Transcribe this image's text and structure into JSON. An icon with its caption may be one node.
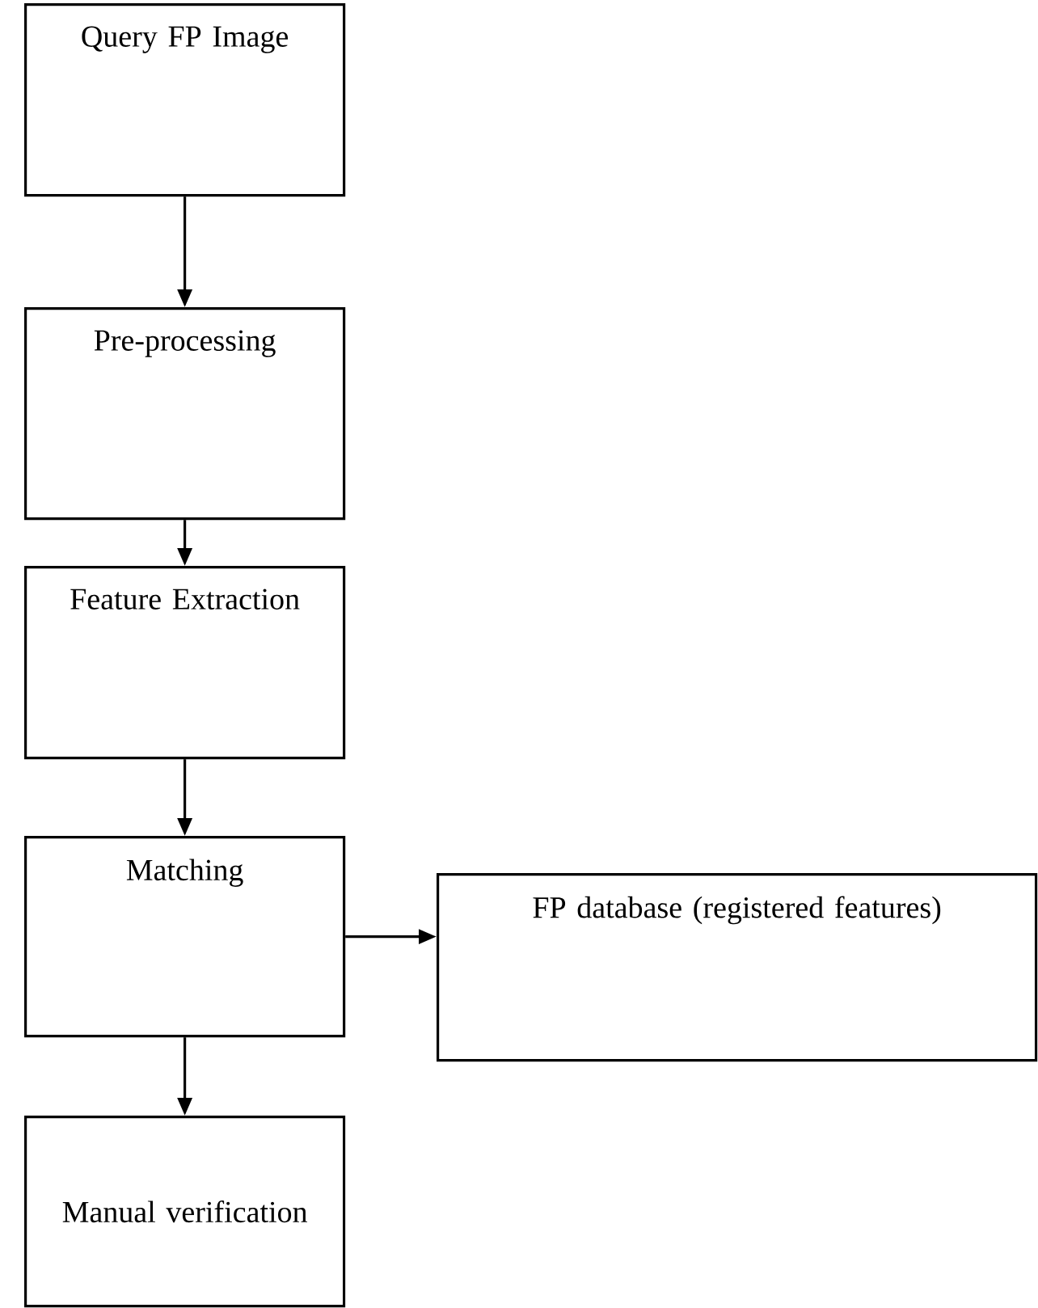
{
  "diagram": {
    "nodes": [
      {
        "text": [
          "Query FP Image"
        ]
      },
      {
        "text": [
          "Pre-processing"
        ]
      },
      {
        "text": [
          "Feature Extraction"
        ]
      },
      {
        "text": [
          "Matching"
        ]
      },
      {
        "text": [
          "FP database (registered features)"
        ]
      },
      {
        "text": [
          "Manual verification"
        ]
      }
    ],
    "edges": [
      {
        "from": 0,
        "to": 1,
        "arrow": "to"
      },
      {
        "from": 1,
        "to": 2,
        "arrow": "to"
      },
      {
        "from": 2,
        "to": 3,
        "arrow": "to"
      },
      {
        "from": 3,
        "to": 4,
        "arrow": "to"
      },
      {
        "from": 3,
        "to": 5,
        "arrow": "to"
      }
    ]
  }
}
